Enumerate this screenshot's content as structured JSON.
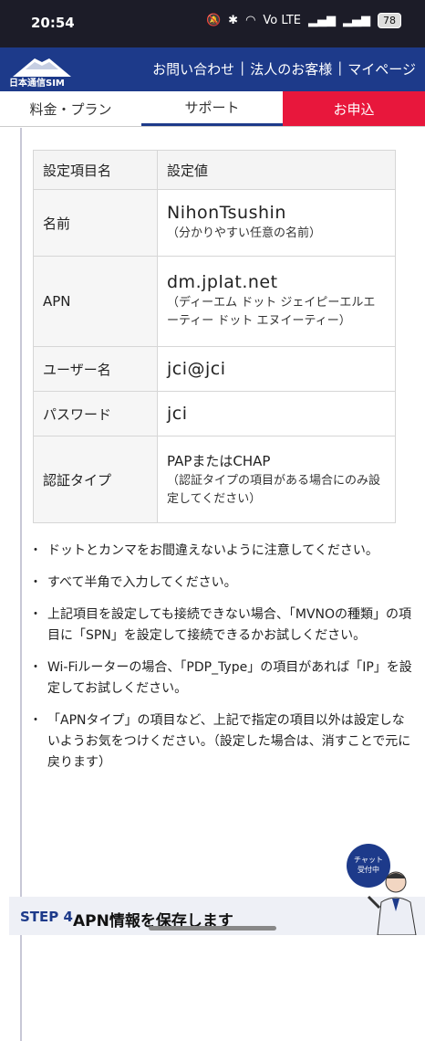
{
  "status": {
    "time": "20:54",
    "battery": "78",
    "network": "Vo LTE"
  },
  "header": {
    "logo_text": "日本通信SIM",
    "links": [
      "お問い合わせ",
      "法人のお客様",
      "マイページ"
    ]
  },
  "tabs": [
    "料金・プラン",
    "サポート",
    "お申込"
  ],
  "table": {
    "head": [
      "設定項目名",
      "設定値"
    ],
    "rows": [
      {
        "key": "名前",
        "value": "NihonTsushin",
        "note": "（分かりやすい任意の名前）"
      },
      {
        "key": "APN",
        "value": "dm.jplat.net",
        "note": "（ディーエム ドット ジェイピーエルエーティー ドット エヌイーティー）"
      },
      {
        "key": "ユーザー名",
        "value": "jci@jci",
        "note": ""
      },
      {
        "key": "パスワード",
        "value": "jci",
        "note": ""
      },
      {
        "key": "認証タイプ",
        "value": "PAPまたはCHAP",
        "note": "（認証タイプの項目がある場合にのみ設定してください）"
      }
    ]
  },
  "notes": [
    "ドットとカンマをお間違えないように注意してください。",
    "すべて半角で入力してください。",
    "上記項目を設定しても接続できない場合、「MVNOの種類」の項目に「SPN」を設定して接続できるかお試しください。",
    "Wi-Fiルーターの場合、「PDP_Type」の項目があれば「IP」を設定してお試しください。",
    "「APNタイプ」の項目など、上記で指定の項目以外は設定しないようお気をつけください。（設定した場合は、消すことで元に戻ります）"
  ],
  "chat": {
    "line1": "チャット",
    "line2": "受付中"
  },
  "step": {
    "label": "STEP 4",
    "title": "APN情報を保存します"
  }
}
